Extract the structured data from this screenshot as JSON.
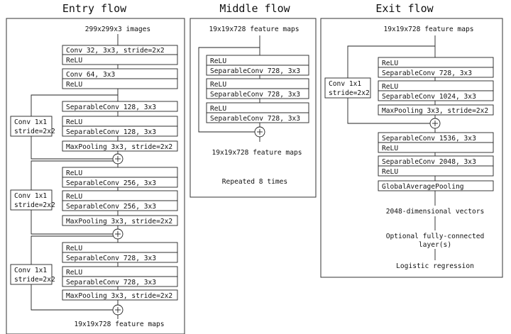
{
  "entry_flow": {
    "title": "Entry flow",
    "input": "299x299x3 images",
    "block1": {
      "l1": "Conv 32, 3x3, stride=2x2",
      "l2": "ReLU"
    },
    "block2": {
      "l1": "Conv 64, 3x3",
      "l2": "ReLU"
    },
    "group1": {
      "sep1": "SeparableConv 128, 3x3",
      "relu": "ReLU",
      "sep2": "SeparableConv 128, 3x3",
      "pool": "MaxPooling 3x3, stride=2x2",
      "skip_l1": "Conv 1x1",
      "skip_l2": "stride=2x2"
    },
    "group2": {
      "relu1": "ReLU",
      "sep1": "SeparableConv 256, 3x3",
      "relu2": "ReLU",
      "sep2": "SeparableConv 256, 3x3",
      "pool": "MaxPooling 3x3, stride=2x2",
      "skip_l1": "Conv 1x1",
      "skip_l2": "stride=2x2"
    },
    "group3": {
      "relu1": "ReLU",
      "sep1": "SeparableConv 728, 3x3",
      "relu2": "ReLU",
      "sep2": "SeparableConv 728, 3x3",
      "pool": "MaxPooling 3x3, stride=2x2",
      "skip_l1": "Conv 1x1",
      "skip_l2": "stride=2x2"
    },
    "output": "19x19x728 feature maps"
  },
  "middle_flow": {
    "title": "Middle flow",
    "input": "19x19x728 feature maps",
    "relu1": "ReLU",
    "sep1": "SeparableConv 728, 3x3",
    "relu2": "ReLU",
    "sep2": "SeparableConv 728, 3x3",
    "relu3": "ReLU",
    "sep3": "SeparableConv 728, 3x3",
    "output": "19x19x728 feature maps",
    "repeat": "Repeated 8 times"
  },
  "exit_flow": {
    "title": "Exit flow",
    "input": "19x19x728 feature maps",
    "relu1": "ReLU",
    "sep1": "SeparableConv 728, 3x3",
    "relu2": "ReLU",
    "sep2": "SeparableConv 1024, 3x3",
    "pool": "MaxPooling 3x3, stride=2x2",
    "skip_l1": "Conv 1x1",
    "skip_l2": "stride=2x2",
    "sep3": "SeparableConv 1536, 3x3",
    "relu3": "ReLU",
    "sep4": "SeparableConv 2048, 3x3",
    "relu4": "ReLU",
    "gap": "GlobalAveragePooling",
    "vectors": "2048-dimensional vectors",
    "fc_l1": "Optional fully-connected",
    "fc_l2": "layer(s)",
    "logistic": "Logistic regression"
  }
}
